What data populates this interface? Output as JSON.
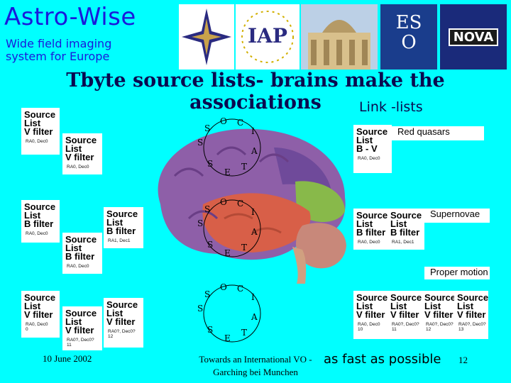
{
  "brand": {
    "title": "Astro-Wise",
    "subtitle_line1": "Wide field imaging",
    "subtitle_line2": "system for Europe"
  },
  "logos": {
    "iap_text": "IAP",
    "eso_text": "ESO",
    "nova_text": "NOVA"
  },
  "heading": {
    "line1": "Tbyte source lists- brains make the",
    "line2": "associations"
  },
  "link_lists": "Link -lists",
  "left_lists": [
    {
      "l1": "Source",
      "l2": "List",
      "l3": "V filter",
      "meta": "RA0, Dec0"
    },
    {
      "l1": "Source",
      "l2": "List",
      "l3": "V filter",
      "meta": "RA0, Dec0"
    },
    {
      "l1": "Source",
      "l2": "List",
      "l3": "B filter",
      "meta": "RA0, Dec0"
    },
    {
      "l1": "Source",
      "l2": "List",
      "l3": "B filter",
      "meta": "RA0, Dec0"
    },
    {
      "l1": "Source",
      "l2": "List",
      "l3": "B filter",
      "meta": "RA1, Dec1"
    },
    {
      "l1": "Source",
      "l2": "List",
      "l3": "V filter",
      "meta": "RA0, Dec0"
    },
    {
      "l1": "Source",
      "l2": "List",
      "l3": "V filter",
      "meta": "RA0?, Dec0?"
    },
    {
      "l1": "Source",
      "l2": "List",
      "l3": "V filter",
      "meta": "RA0?, Dec0?"
    }
  ],
  "left_extra": {
    "n0": "0",
    "n11": "11",
    "n12": "12"
  },
  "right": {
    "red_quasars": {
      "label": "Red quasars",
      "l1": "Source",
      "l2": "List",
      "l3": "B - V",
      "meta": "RA0, Dec0"
    },
    "supernovae": {
      "label": "Supernovae",
      "items": [
        {
          "l1": "Source",
          "l2": "List",
          "l3": "B filter",
          "meta": "RA0, Dec0"
        },
        {
          "l1": "Source",
          "l2": "List",
          "l3": "B filter",
          "meta": "RA1, Dec1"
        }
      ]
    },
    "proper_motion": {
      "label": "Proper motion",
      "items": [
        {
          "l1": "Source",
          "l2": "List",
          "l3": "V filter",
          "meta": "RA0, Dec0",
          "n": "10"
        },
        {
          "l1": "Source",
          "l2": "List",
          "l3": "V filter",
          "meta": "RA0?, Dec0?",
          "n": "11"
        },
        {
          "l1": "Source",
          "l2": "List",
          "l3": "V filter",
          "meta": "RA0?, Dec0?",
          "n": "12"
        },
        {
          "l1": "Source",
          "l2": "List",
          "l3": "V filter",
          "meta": "RA0?, Dec0?",
          "n": "13"
        }
      ]
    }
  },
  "circle_letters": [
    "S",
    "S",
    "O",
    "C",
    "I",
    "A",
    "T",
    "E",
    "S"
  ],
  "footer": {
    "date": "10 June 2002",
    "center_line1": "Towards an International VO -",
    "center_line2": "Garching bei Munchen",
    "fast": "as fast as possible",
    "page": "12"
  }
}
